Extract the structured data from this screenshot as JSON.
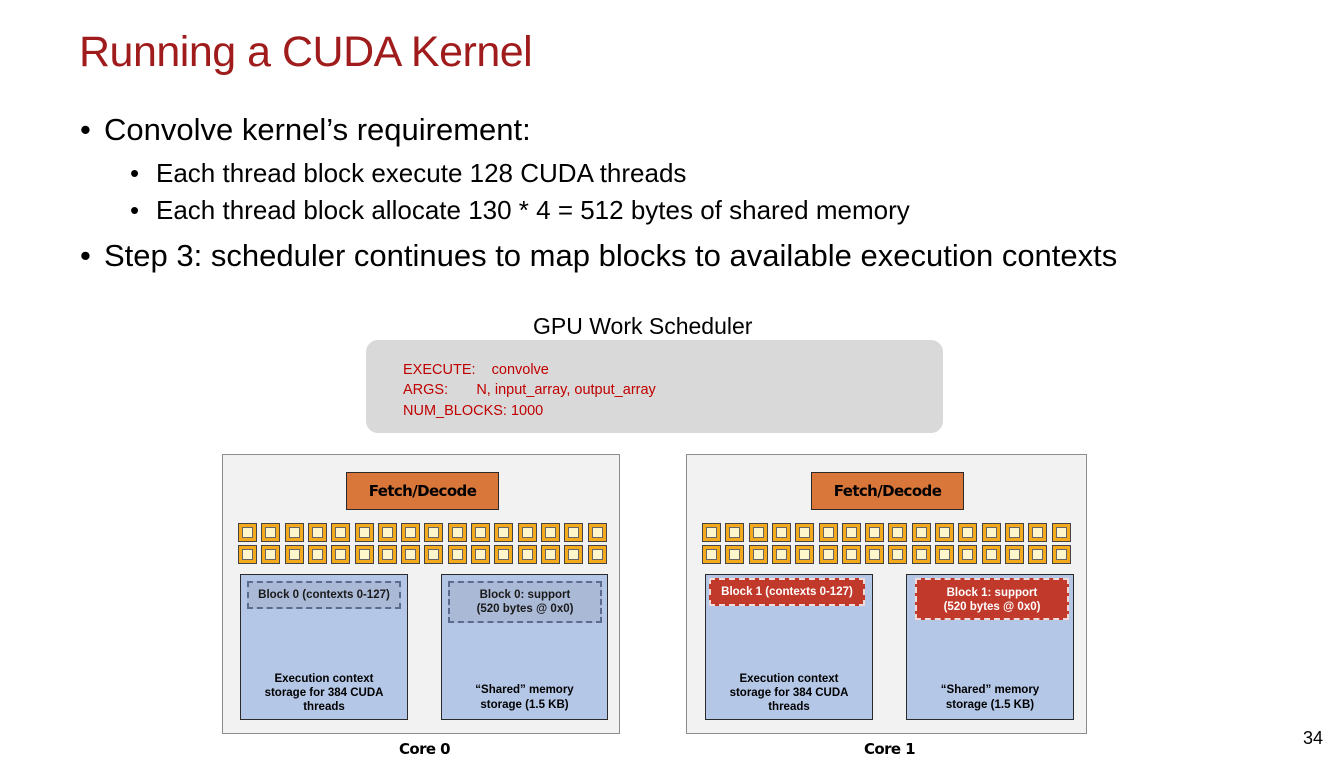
{
  "slide": {
    "title": "Running a CUDA Kernel",
    "page_number": "34",
    "bullets": {
      "b1": "Convolve kernel’s requirement:",
      "b1a": "Each thread block execute 128 CUDA threads",
      "b1b": "Each thread block allocate 130 * 4 = 512 bytes of shared memory",
      "b2": "Step 3: scheduler continues to map blocks to available execution contexts",
      "bullet_char": "•"
    }
  },
  "scheduler": {
    "title": "GPU Work Scheduler",
    "execute": "EXECUTE:    convolve",
    "args": "ARGS:       N, input_array, output_array",
    "num_blocks": "NUM_BLOCKS: 1000"
  },
  "cores": [
    {
      "label": "Core 0",
      "fetch": "Fetch/Decode",
      "exec_storage": "Execution context storage for 384 CUDA threads",
      "exec_line1": "Execution context",
      "exec_line2": "storage for 384 CUDA",
      "exec_line3": "threads",
      "shared_line1": "“Shared” memory",
      "shared_line2": "storage (1.5 KB)",
      "block_ctx": "Block 0 (contexts 0-127)",
      "block_sup1": "Block 0: support",
      "block_sup2": "(520 bytes @ 0x0)"
    },
    {
      "label": "Core 1",
      "fetch": "Fetch/Decode",
      "exec_line1": "Execution context",
      "exec_line2": "storage for 384 CUDA",
      "exec_line3": "threads",
      "shared_line1": "“Shared” memory",
      "shared_line2": "storage (1.5 KB)",
      "block_ctx": "Block 1 (contexts 0-127)",
      "block_sup1": "Block 1: support",
      "block_sup2": "(520 bytes @ 0x0)"
    }
  ],
  "colors": {
    "title": "#a01c1c",
    "scheduler_text": "#c00000",
    "fetch_decode": "#d9763a",
    "storage": "#b4c7e7",
    "alu": "#f5a91c",
    "active_block": "#c0392b"
  }
}
